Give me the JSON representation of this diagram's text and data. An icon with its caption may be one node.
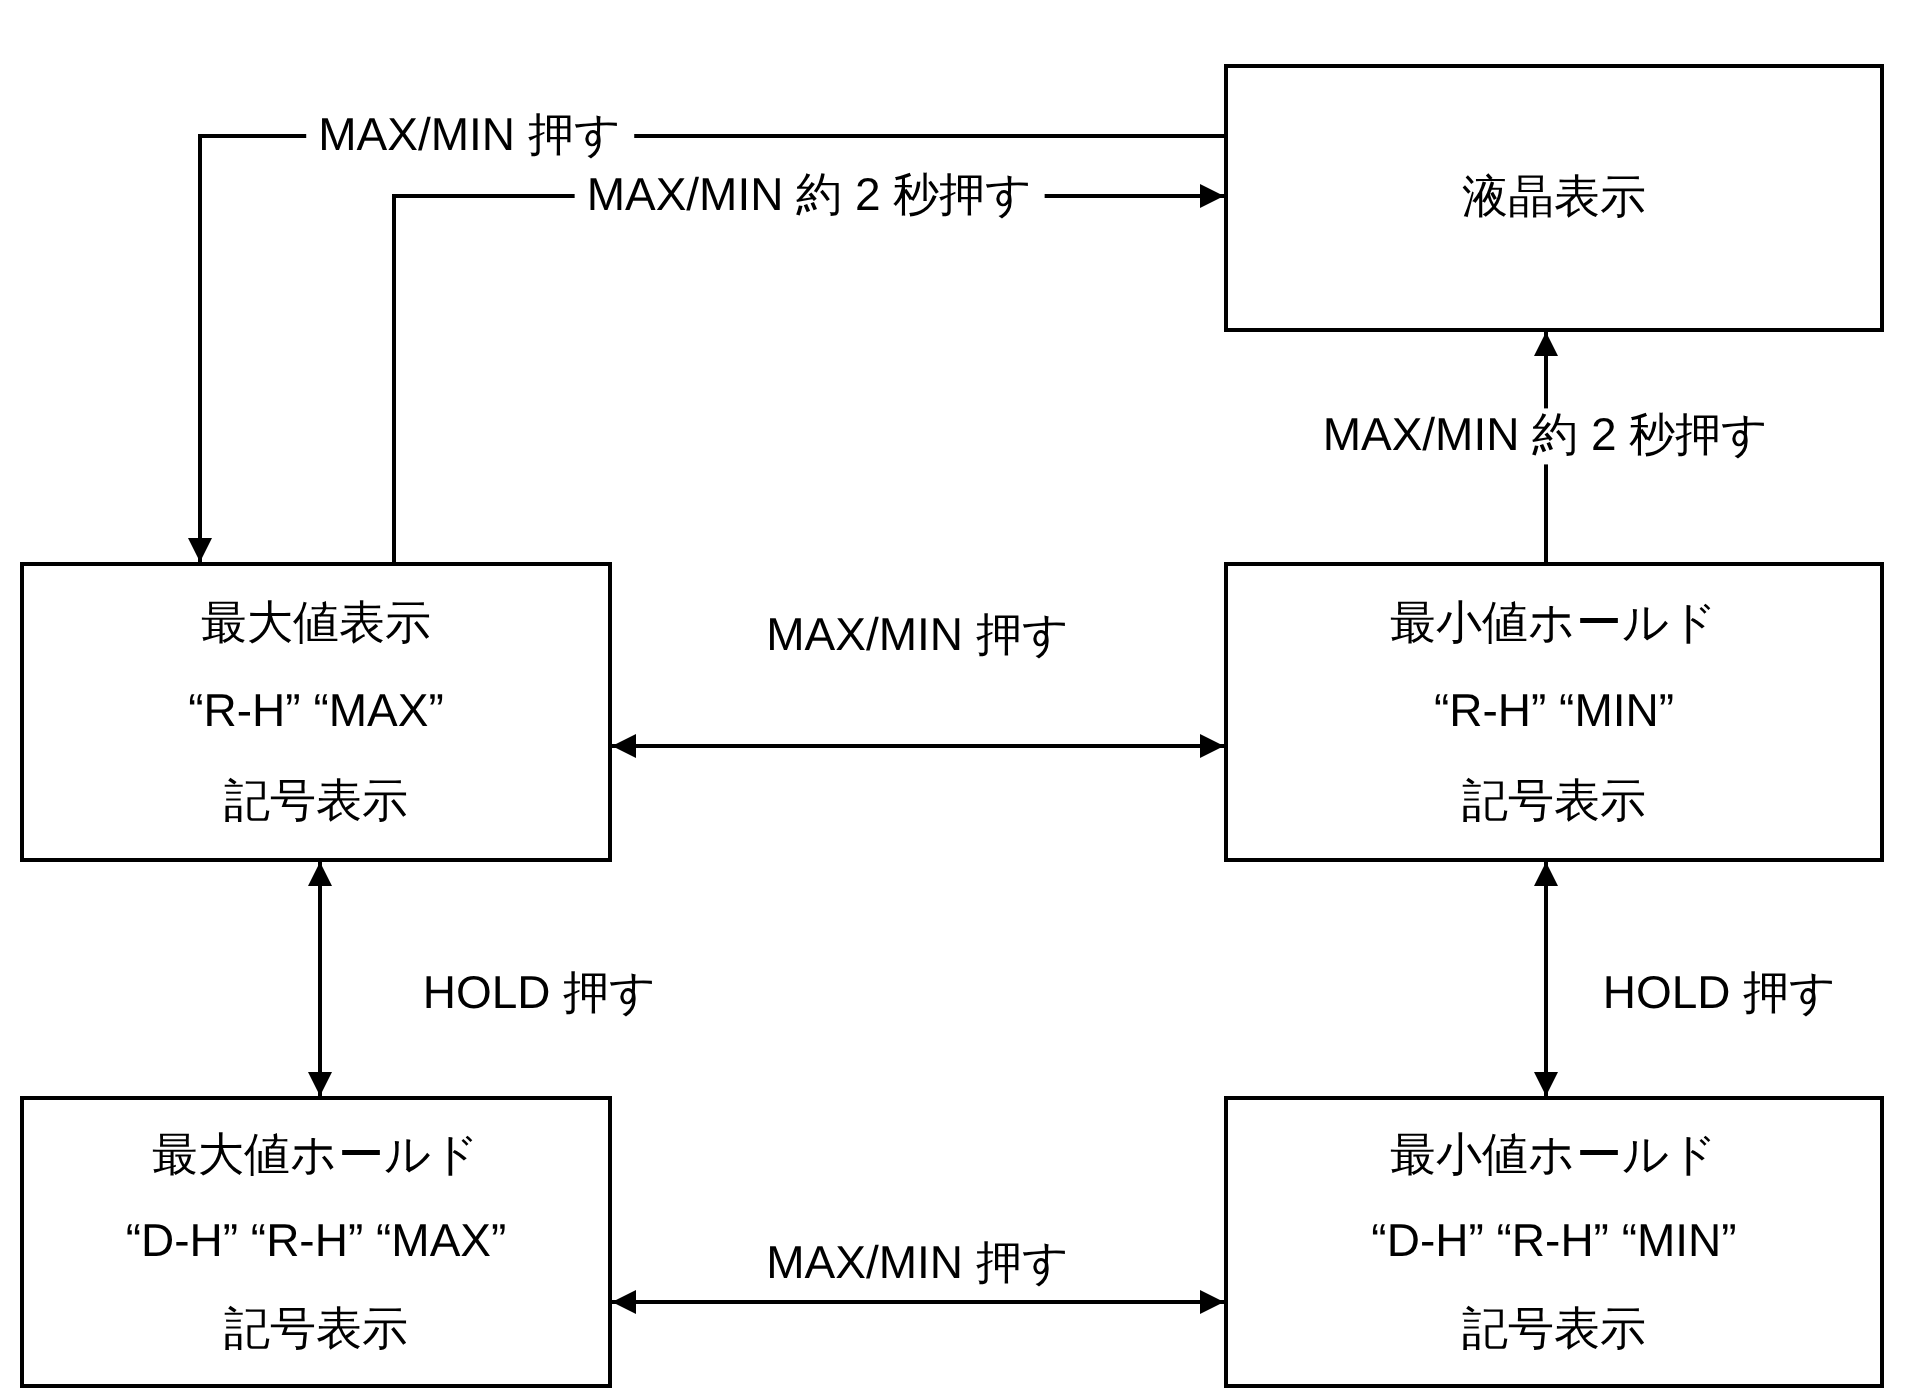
{
  "diagram": {
    "nodes": [
      {
        "text": [
          "液晶表示"
        ]
      },
      {
        "text": [
          "最大値表示",
          "“R-H” “MAX”",
          "記号表示"
        ]
      },
      {
        "text": [
          "最小値ホールド",
          "“R-H” “MIN”",
          "記号表示"
        ]
      },
      {
        "text": [
          "最大値ホールド",
          "“D-H” “R-H” “MAX”",
          "記号表示"
        ]
      },
      {
        "text": [
          "最小値ホールド",
          "“D-H” “R-H” “MIN”",
          "記号表示"
        ]
      }
    ],
    "edges": [
      {
        "from": 0,
        "to": 1,
        "arrow": "to",
        "label": "MAX/MIN 押す"
      },
      {
        "from": 1,
        "to": 0,
        "arrow": "to",
        "label": "MAX/MIN 約 2 秒押す"
      },
      {
        "from": 2,
        "to": 0,
        "arrow": "to",
        "label": "MAX/MIN 約 2 秒押す"
      },
      {
        "from": 1,
        "to": 2,
        "arrow": "both",
        "label": "MAX/MIN 押す"
      },
      {
        "from": 1,
        "to": 3,
        "arrow": "both",
        "label": "HOLD 押す"
      },
      {
        "from": 2,
        "to": 4,
        "arrow": "both",
        "label": "HOLD 押す"
      },
      {
        "from": 3,
        "to": 4,
        "arrow": "both",
        "label": "MAX/MIN 押す"
      }
    ]
  }
}
